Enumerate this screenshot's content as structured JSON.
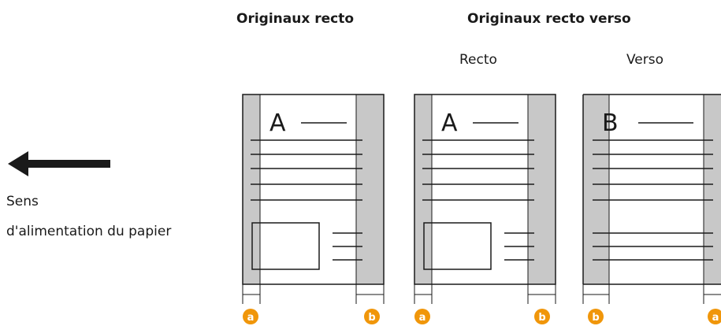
{
  "headings": {
    "single_sided": "Originaux recto",
    "double_sided": "Originaux recto verso"
  },
  "subheadings": {
    "front": "Recto",
    "back": "Verso"
  },
  "feed_direction": {
    "line1": "Sens",
    "line2": "d'alimentation du papier",
    "icon": "left-arrow-icon"
  },
  "pages": [
    {
      "letter": "A",
      "left_badge": "a",
      "right_badge": "b"
    },
    {
      "letter": "A",
      "left_badge": "a",
      "right_badge": "b"
    },
    {
      "letter": "B",
      "left_badge": "b",
      "right_badge": "a"
    }
  ],
  "colors": {
    "margin_shade": "#c8c8c8",
    "badge": "#f0960a",
    "line": "#1a1a1a"
  }
}
